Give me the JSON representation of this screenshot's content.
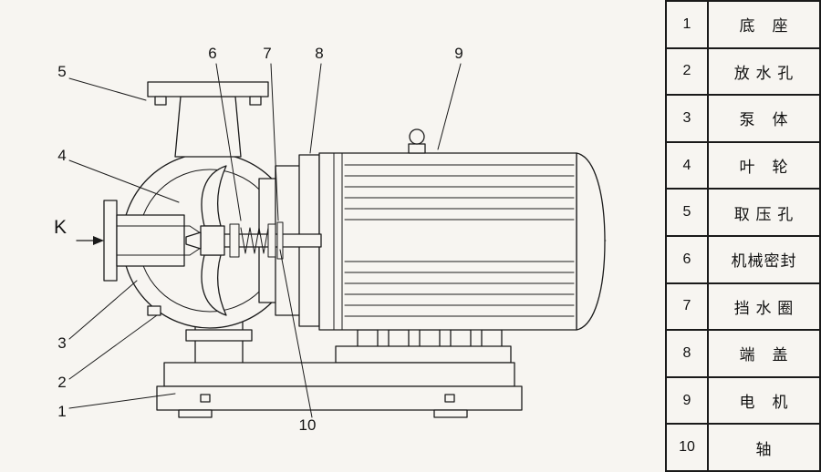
{
  "diagram": {
    "flow_label": "K",
    "callouts": {
      "c1": "1",
      "c2": "2",
      "c3": "3",
      "c4": "4",
      "c5": "5",
      "c6": "6",
      "c7": "7",
      "c8": "8",
      "c9": "9",
      "c10": "10"
    }
  },
  "parts_table": {
    "rows": [
      {
        "num": "1",
        "label": "底　座"
      },
      {
        "num": "2",
        "label": "放 水 孔"
      },
      {
        "num": "3",
        "label": "泵　体"
      },
      {
        "num": "4",
        "label": "叶　轮"
      },
      {
        "num": "5",
        "label": "取 压 孔"
      },
      {
        "num": "6",
        "label": "机械密封"
      },
      {
        "num": "7",
        "label": "挡 水 圈"
      },
      {
        "num": "8",
        "label": "端　盖"
      },
      {
        "num": "9",
        "label": "电　机"
      },
      {
        "num": "10",
        "label": "轴"
      }
    ]
  }
}
